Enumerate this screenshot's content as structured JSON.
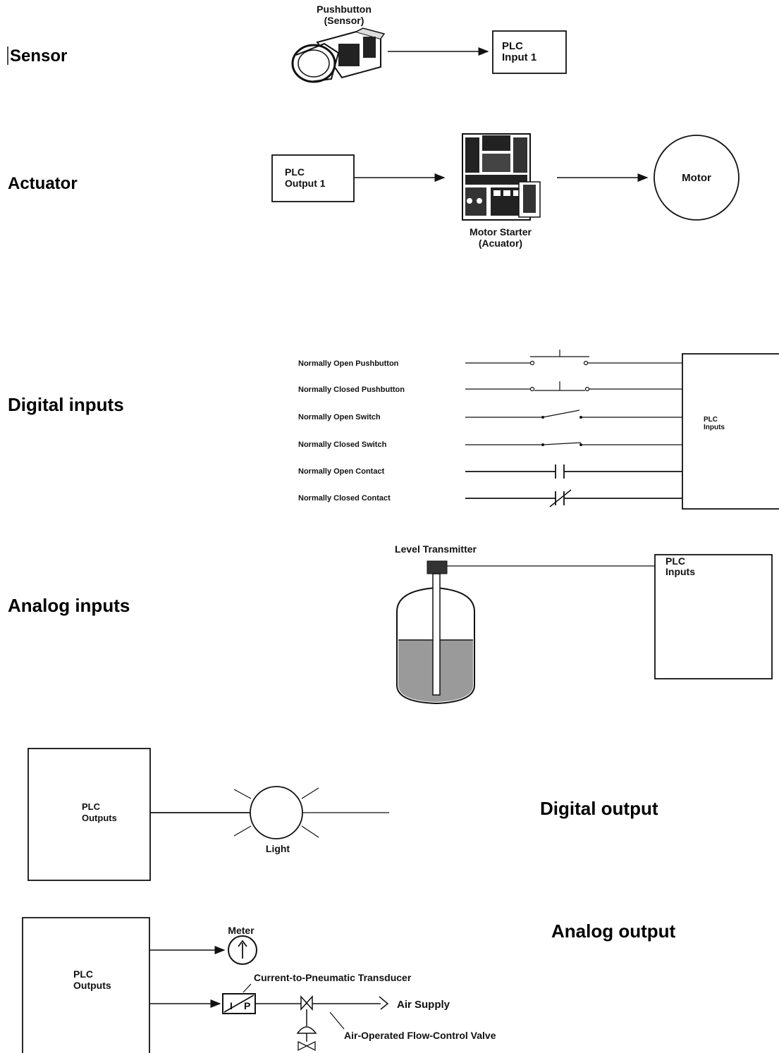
{
  "sections": {
    "sensor": "Sensor",
    "actuator": "Actuator",
    "digital_inputs": "Digital inputs",
    "analog_inputs": "Analog inputs",
    "digital_output": "Digital output",
    "analog_output": "Analog output"
  },
  "sensor_diagram": {
    "device_label_1": "Pushbutton",
    "device_label_2": "(Sensor)",
    "plc_label_1": "PLC",
    "plc_label_2": "Input 1"
  },
  "actuator_diagram": {
    "plc_label_1": "PLC",
    "plc_label_2": "Output 1",
    "starter_label_1": "Motor Starter",
    "starter_label_2": "(Acuator)",
    "motor_label": "Motor"
  },
  "digital_inputs_diagram": {
    "rows": [
      {
        "label": "Normally Open Pushbutton"
      },
      {
        "label": "Normally Closed Pushbutton"
      },
      {
        "label": "Normally Open Switch"
      },
      {
        "label": "Normally Closed Switch"
      },
      {
        "label": "Normally Open Contact"
      },
      {
        "label": "Normally Closed Contact"
      }
    ],
    "plc_label_1": "PLC",
    "plc_label_2": "Inputs"
  },
  "analog_inputs_diagram": {
    "transmitter_label": "Level Transmitter",
    "plc_label_1": "PLC",
    "plc_label_2": "Inputs"
  },
  "digital_output_diagram": {
    "plc_label_1": "PLC",
    "plc_label_2": "Outputs",
    "light_label": "Light"
  },
  "analog_output_diagram": {
    "plc_label_1": "PLC",
    "plc_label_2": "Outputs",
    "meter_label": "Meter",
    "transducer_label": "Current-to-Pneumatic Transducer",
    "air_label": "Air Supply",
    "valve_label": "Air-Operated Flow-Control Valve"
  }
}
